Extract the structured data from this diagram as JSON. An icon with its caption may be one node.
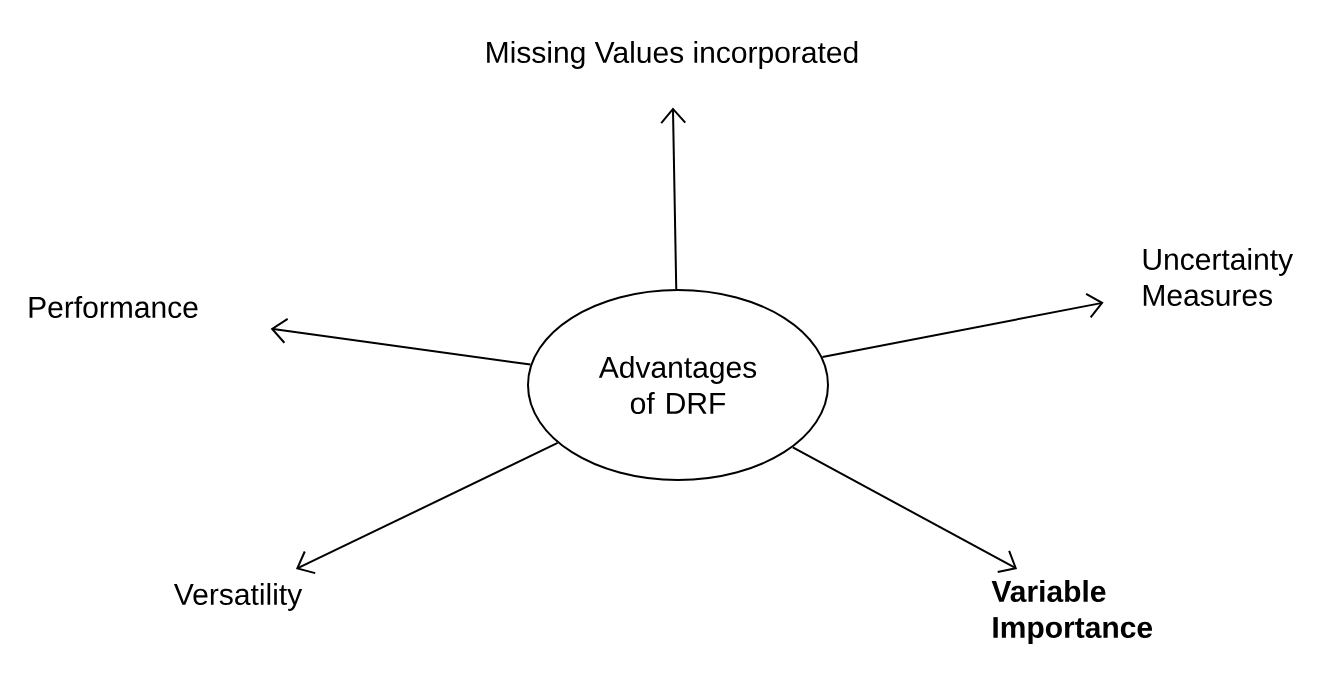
{
  "diagram": {
    "nodes": [
      {
        "text": [
          "Advantages of DRF"
        ]
      },
      {
        "text": [
          "Missing Values incorporated"
        ]
      },
      {
        "text": [
          "Uncertainty Measures"
        ]
      },
      {
        "text": [
          "Performance"
        ]
      },
      {
        "text": [
          "Versatility"
        ]
      },
      {
        "text": [
          "Variable Importance"
        ]
      }
    ],
    "edges": [
      {
        "from": 0,
        "to": 1,
        "arrow": "to"
      },
      {
        "from": 0,
        "to": 2,
        "arrow": "to"
      },
      {
        "from": 0,
        "to": 3,
        "arrow": "to"
      },
      {
        "from": 0,
        "to": 4,
        "arrow": "to"
      },
      {
        "from": 0,
        "to": 5,
        "arrow": "to"
      }
    ]
  }
}
